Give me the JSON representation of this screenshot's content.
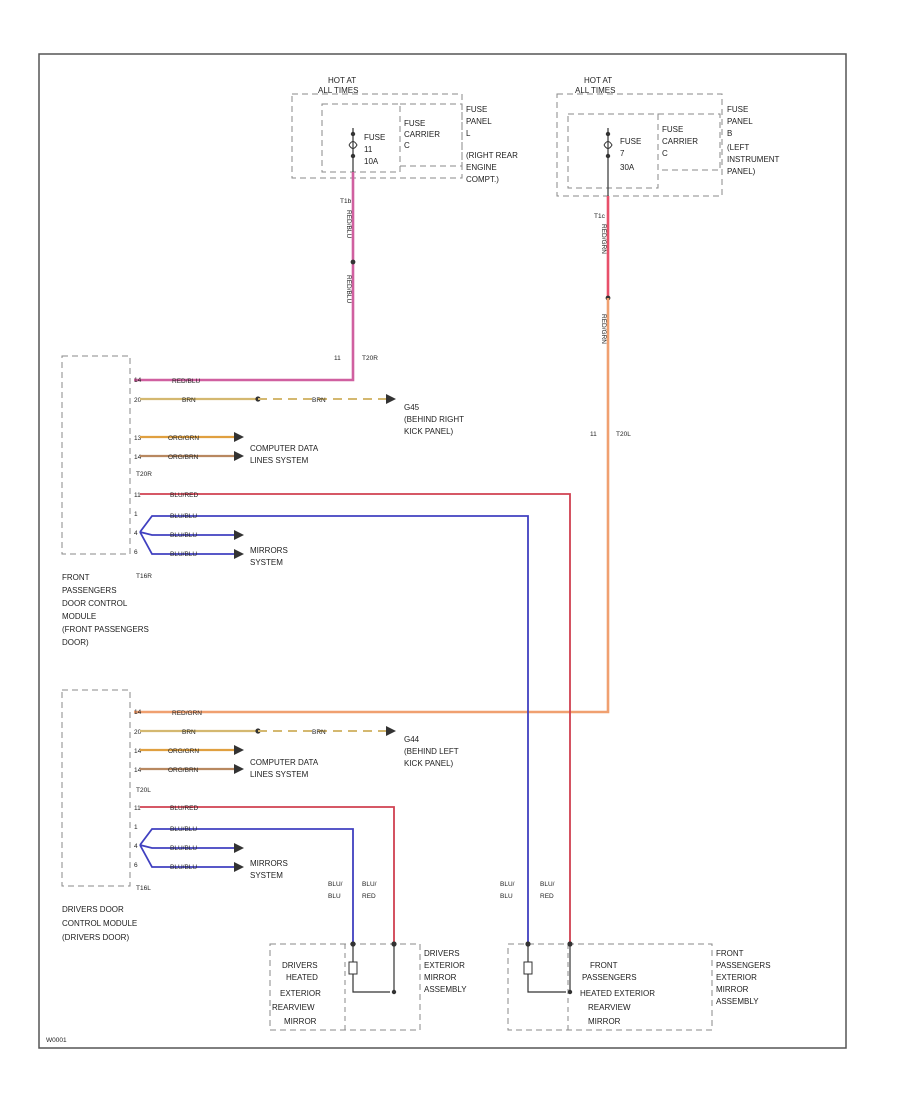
{
  "fuse_left": {
    "hot_at": [
      "HOT AT",
      "ALL TIMES"
    ],
    "fuse": [
      "FUSE",
      "11",
      "10A"
    ],
    "carrier": [
      "FUSE",
      "CARRIER",
      "C"
    ],
    "panel": [
      "FUSE",
      "PANEL",
      "L",
      "(RIGHT REAR",
      "ENGINE",
      "COMPT.)"
    ],
    "pin": "T1b"
  },
  "fuse_right": {
    "hot_at": [
      "HOT AT",
      "ALL TIMES"
    ],
    "fuse": [
      "FUSE",
      "7",
      "30A"
    ],
    "carrier": [
      "FUSE",
      "CARRIER",
      "C"
    ],
    "panel": [
      "FUSE",
      "PANEL",
      "B",
      "(LEFT",
      "INSTRUMENT",
      "PANEL)"
    ],
    "pin": "T1c"
  },
  "connectors": {
    "t20r": {
      "pin": "11",
      "name": "T20R"
    },
    "t20l": {
      "pin": "11",
      "name": "T20L"
    },
    "t20r_mid": "T20R",
    "t20l_mid": "T20L",
    "t16r": "T16R",
    "t16l": "T16L"
  },
  "right_module": {
    "pins": [
      "14",
      "20",
      "13",
      "14",
      "11",
      "1",
      "4",
      "6"
    ],
    "wires": [
      "RED/BLU",
      "BRN",
      "ORG/GRN",
      "ORG/BRN",
      "BLU/RED",
      "BLU/BLU",
      "BLU/BLU",
      "BLU/BLU"
    ],
    "title": [
      "FRONT",
      "PASSENGERS",
      "DOOR CONTROL",
      "MODULE",
      "(FRONT PASSENGERS",
      "DOOR)"
    ]
  },
  "left_module": {
    "pins": [
      "14",
      "20",
      "14",
      "14",
      "11",
      "1",
      "4",
      "6"
    ],
    "wires": [
      "RED/GRN",
      "BRN",
      "ORG/GRN",
      "ORG/BRN",
      "BLU/RED",
      "BLU/BLU",
      "BLU/BLU",
      "BLU/BLU"
    ],
    "title": [
      "DRIVERS DOOR",
      "CONTROL MODULE",
      "(DRIVERS DOOR)"
    ]
  },
  "ground_right": {
    "wire": "BRN",
    "name": [
      "G45",
      "(BEHIND RIGHT",
      "KICK PANEL)"
    ]
  },
  "ground_left": {
    "wire": "BRN",
    "name": [
      "G44",
      "(BEHIND LEFT",
      "KICK PANEL)"
    ]
  },
  "computer_data": [
    "COMPUTER DATA",
    "LINES SYSTEM"
  ],
  "mirrors": [
    "MIRRORS",
    "SYSTEM"
  ],
  "fuse_wires": {
    "left_top": "RED/BLU",
    "left_bottom": "RED/BLU",
    "right_top": "RED/GRN",
    "right_bottom": "RED/GRN"
  },
  "mirror_wires": {
    "left": [
      "BLU/",
      "BLU",
      "BLU/",
      "RED"
    ],
    "right": [
      "BLU/",
      "BLU",
      "BLU/",
      "RED"
    ]
  },
  "drivers_mirror": {
    "heater": [
      "DRIVERS",
      "HEATED",
      "EXTERIOR",
      "REARVIEW",
      "MIRROR"
    ],
    "assembly": [
      "DRIVERS",
      "EXTERIOR",
      "MIRROR",
      "ASSEMBLY"
    ]
  },
  "pass_mirror": {
    "heater": [
      "FRONT",
      "PASSENGERS",
      "HEATED EXTERIOR",
      "REARVIEW",
      "MIRROR"
    ],
    "assembly": [
      "FRONT",
      "PASSENGERS",
      "EXTERIOR",
      "MIRROR",
      "ASSEMBLY"
    ]
  },
  "footer_code": "W0001"
}
